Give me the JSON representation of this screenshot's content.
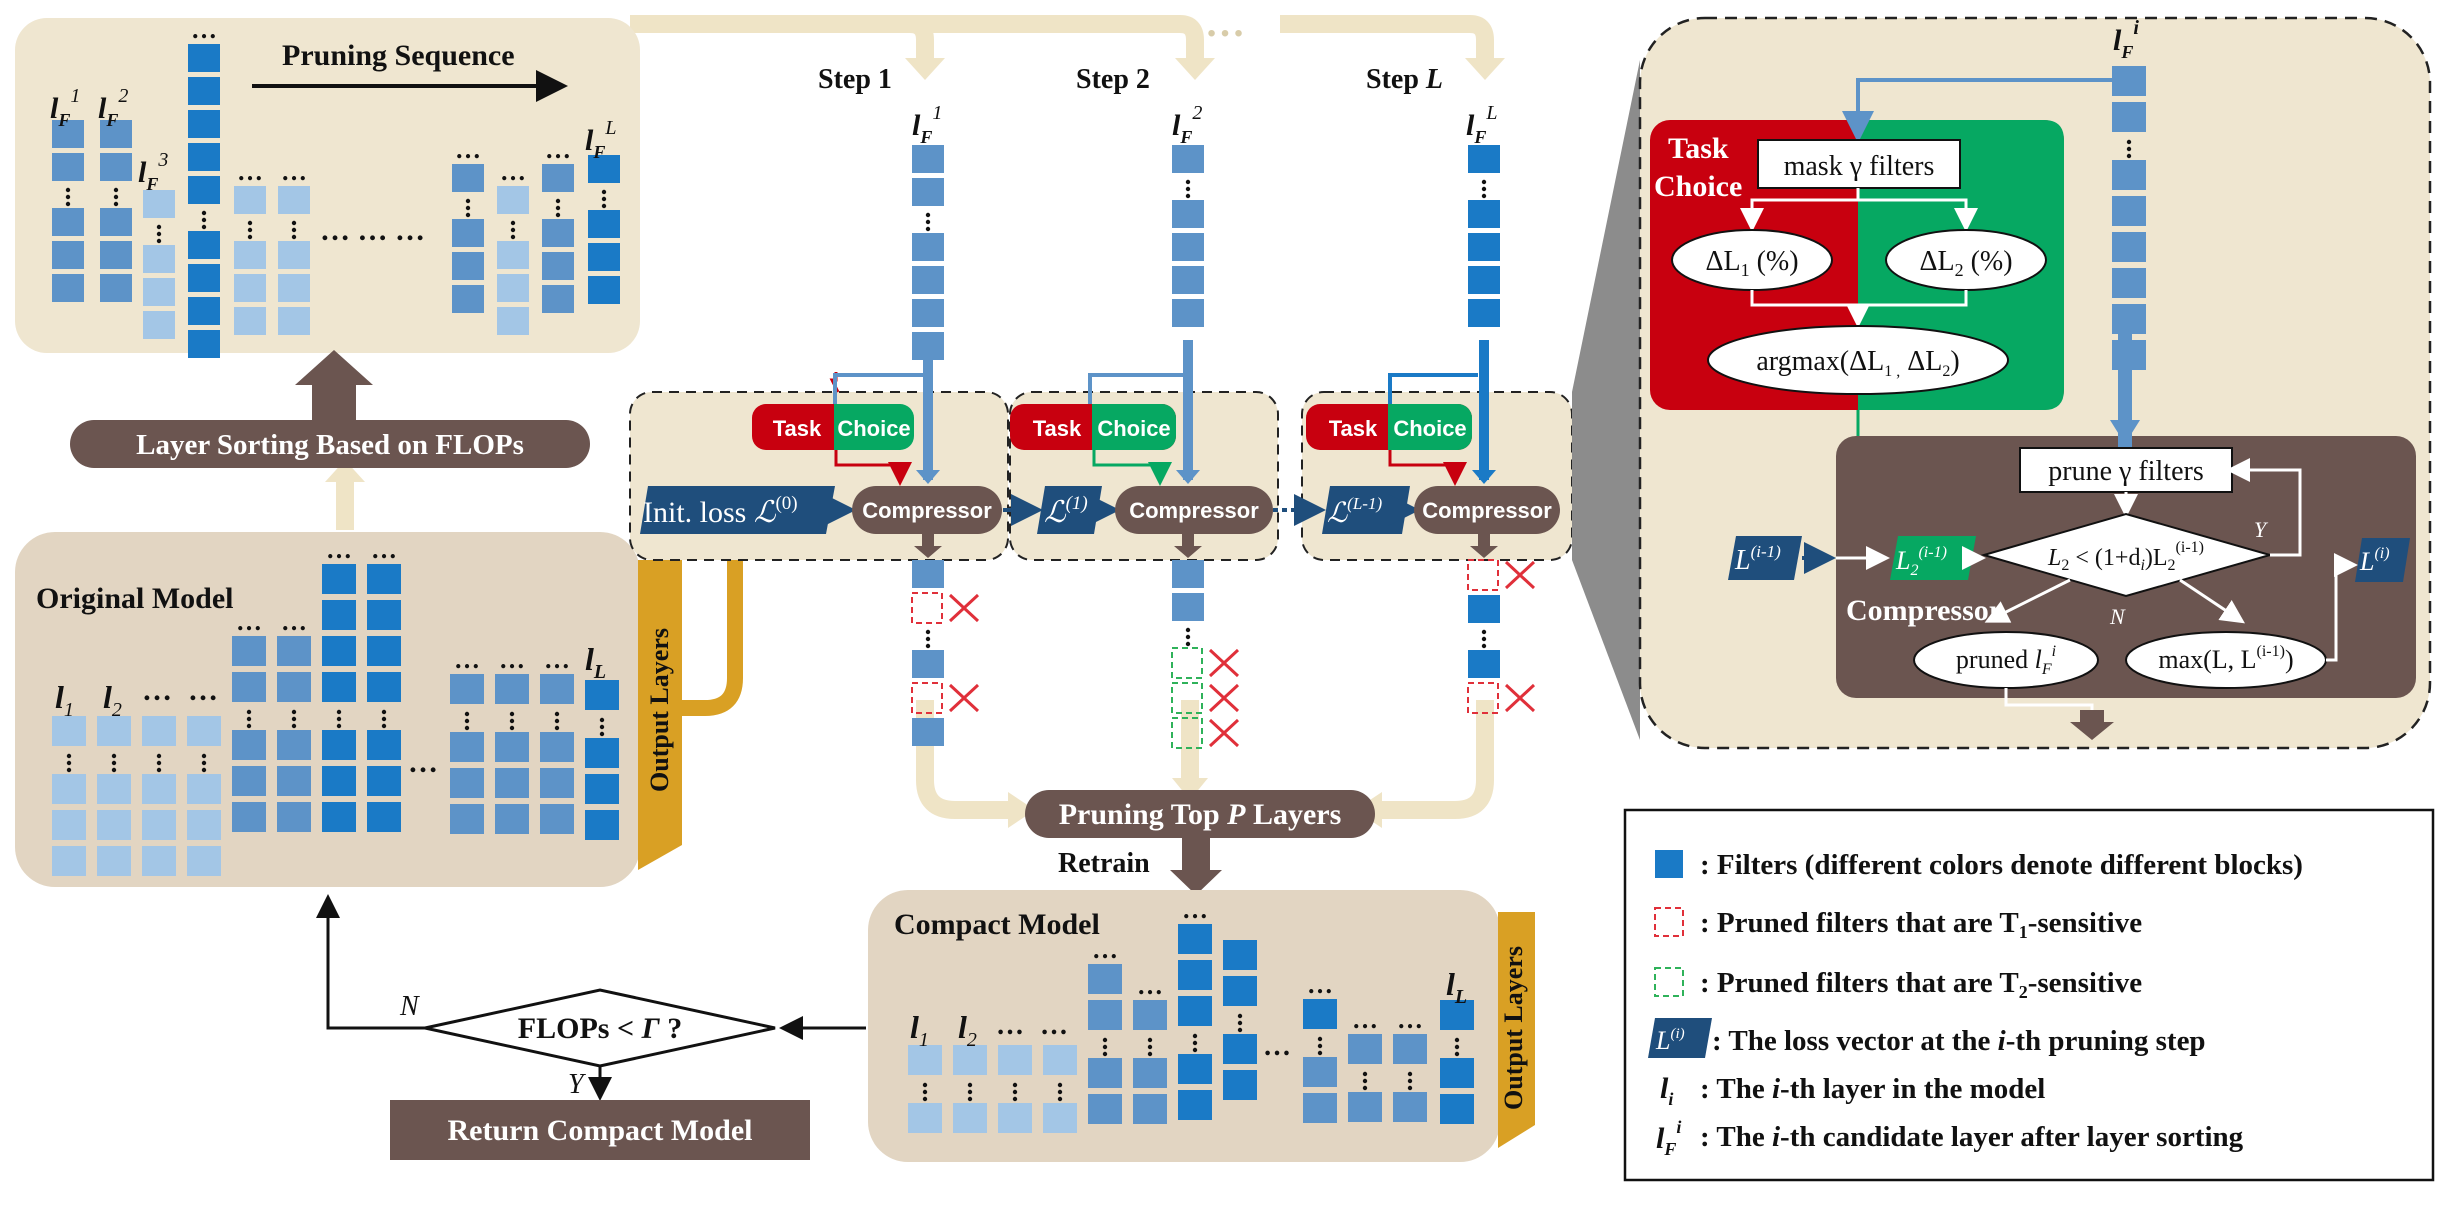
{
  "colors": {
    "panel": "#efe6d0",
    "panel_dark": "#e2d5c2",
    "compressor": "#6b5550",
    "dark_blue": "#1a7ac6",
    "mid_blue": "#5d93c8",
    "light_blue": "#a3c6e6",
    "loss_vec": "#1f4e7c",
    "task_red": "#c8000f",
    "task_green": "#06a862",
    "output_gold": "#d9a024",
    "arrow_cream": "#efe4c6",
    "pruned_red": "#e0303a",
    "pruned_green": "#2fb25a"
  },
  "pruning_sequence": {
    "title": "Pruning Sequence",
    "lf": "l",
    "lf_sub": "F",
    "sup1": "1",
    "sup2": "2",
    "sup3": "3",
    "supL": "L",
    "dots": "…",
    "hdots": "… … …"
  },
  "layer_sorting": {
    "label": "Layer Sorting Based on FLOPs"
  },
  "original_model": {
    "title": "Original Model",
    "l": "l",
    "sub1": "1",
    "sub2": "2",
    "subL": "L",
    "output_layers": "Output Layers",
    "dots": "…"
  },
  "steps": [
    {
      "label": "Step 1",
      "sup": "1",
      "loss": "Init. loss ",
      "loss_sup": "(0)",
      "compressor": "Compressor"
    },
    {
      "label": "Step 2",
      "sup": "2",
      "loss": "",
      "loss_sup": "(1)",
      "compressor": "Compressor"
    },
    {
      "label": "Step ",
      "label_it": "L",
      "sup": "L",
      "loss": "",
      "loss_sup": "(L-1)",
      "compressor": "Compressor"
    }
  ],
  "task_choice": {
    "task": "Task",
    "choice": "Choice"
  },
  "pruning_top": {
    "text": "Pruning Top ",
    "p": "P",
    "rest": " Layers"
  },
  "retrain": "Retrain",
  "compact_model": {
    "title": "Compact Model",
    "output_layers": "Output Layers",
    "l": "l",
    "sub1": "1",
    "sub2": "2",
    "subL": "L"
  },
  "decision": {
    "text": "FLOPs < ",
    "gamma": "Γ",
    "q": " ?",
    "n": "N",
    "y": "Y",
    "return": "Return Compact Model"
  },
  "detail": {
    "lf": "l",
    "lf_sub": "F",
    "lf_sup": "i",
    "task": "Task",
    "choice": "Choice",
    "mask": "mask γ filters",
    "d1": "ΔL",
    "d1_sub": "1",
    "d1_rest": " (%)",
    "d2": "ΔL",
    "d2_sub": "2",
    "d2_rest": " (%)",
    "argmax": "argmax(ΔL",
    "argmax_sub1": "1 ,",
    "argmax_mid": " ΔL",
    "argmax_sub2": "2",
    "argmax_end": ")",
    "prune": "prune γ filters",
    "cond": "L",
    "cond_sub": "2",
    "cond_mid": " < (1+d",
    "cond_sub_i": "i",
    "cond_mid2": ")L",
    "cond_sub2": "2",
    "cond_sup": "(i-1)",
    "y": "Y",
    "n": "N",
    "compressor": "Compressor",
    "in_loss": "L",
    "in_loss_sup": "(i-1)",
    "l2_loss": "L",
    "l2_sub": "2",
    "l2_sup": "(i-1)",
    "pruned": "pruned ",
    "pruned_l": "l",
    "pruned_sub": "F",
    "pruned_sup": "i",
    "max": "max(L, L",
    "max_sup": "(i-1)",
    "max_end": ")",
    "out_loss": "L",
    "out_loss_sup": "(i)"
  },
  "legend": {
    "filters": ": Filters (different colors denote different blocks)",
    "t1": ": Pruned filters that are T",
    "t1_sub": "1",
    "t1_end": "-sensitive",
    "t2": ": Pruned filters that are T",
    "t2_sub": "2",
    "t2_end": "-sensitive",
    "loss_icon": "L",
    "loss_icon_sup": "(i)",
    "loss": ": The loss vector at the ",
    "loss_i": "i",
    "loss_end": "-th pruning step",
    "li": "l",
    "li_sub": "i",
    "li_text": ": The ",
    "li_i": "i",
    "li_end": "-th layer in the model",
    "lfi": "l",
    "lfi_sub": "F",
    "lfi_sup": "i",
    "lfi_text": ": The ",
    "lfi_i": "i",
    "lfi_end": "-th candidate layer after layer sorting"
  }
}
